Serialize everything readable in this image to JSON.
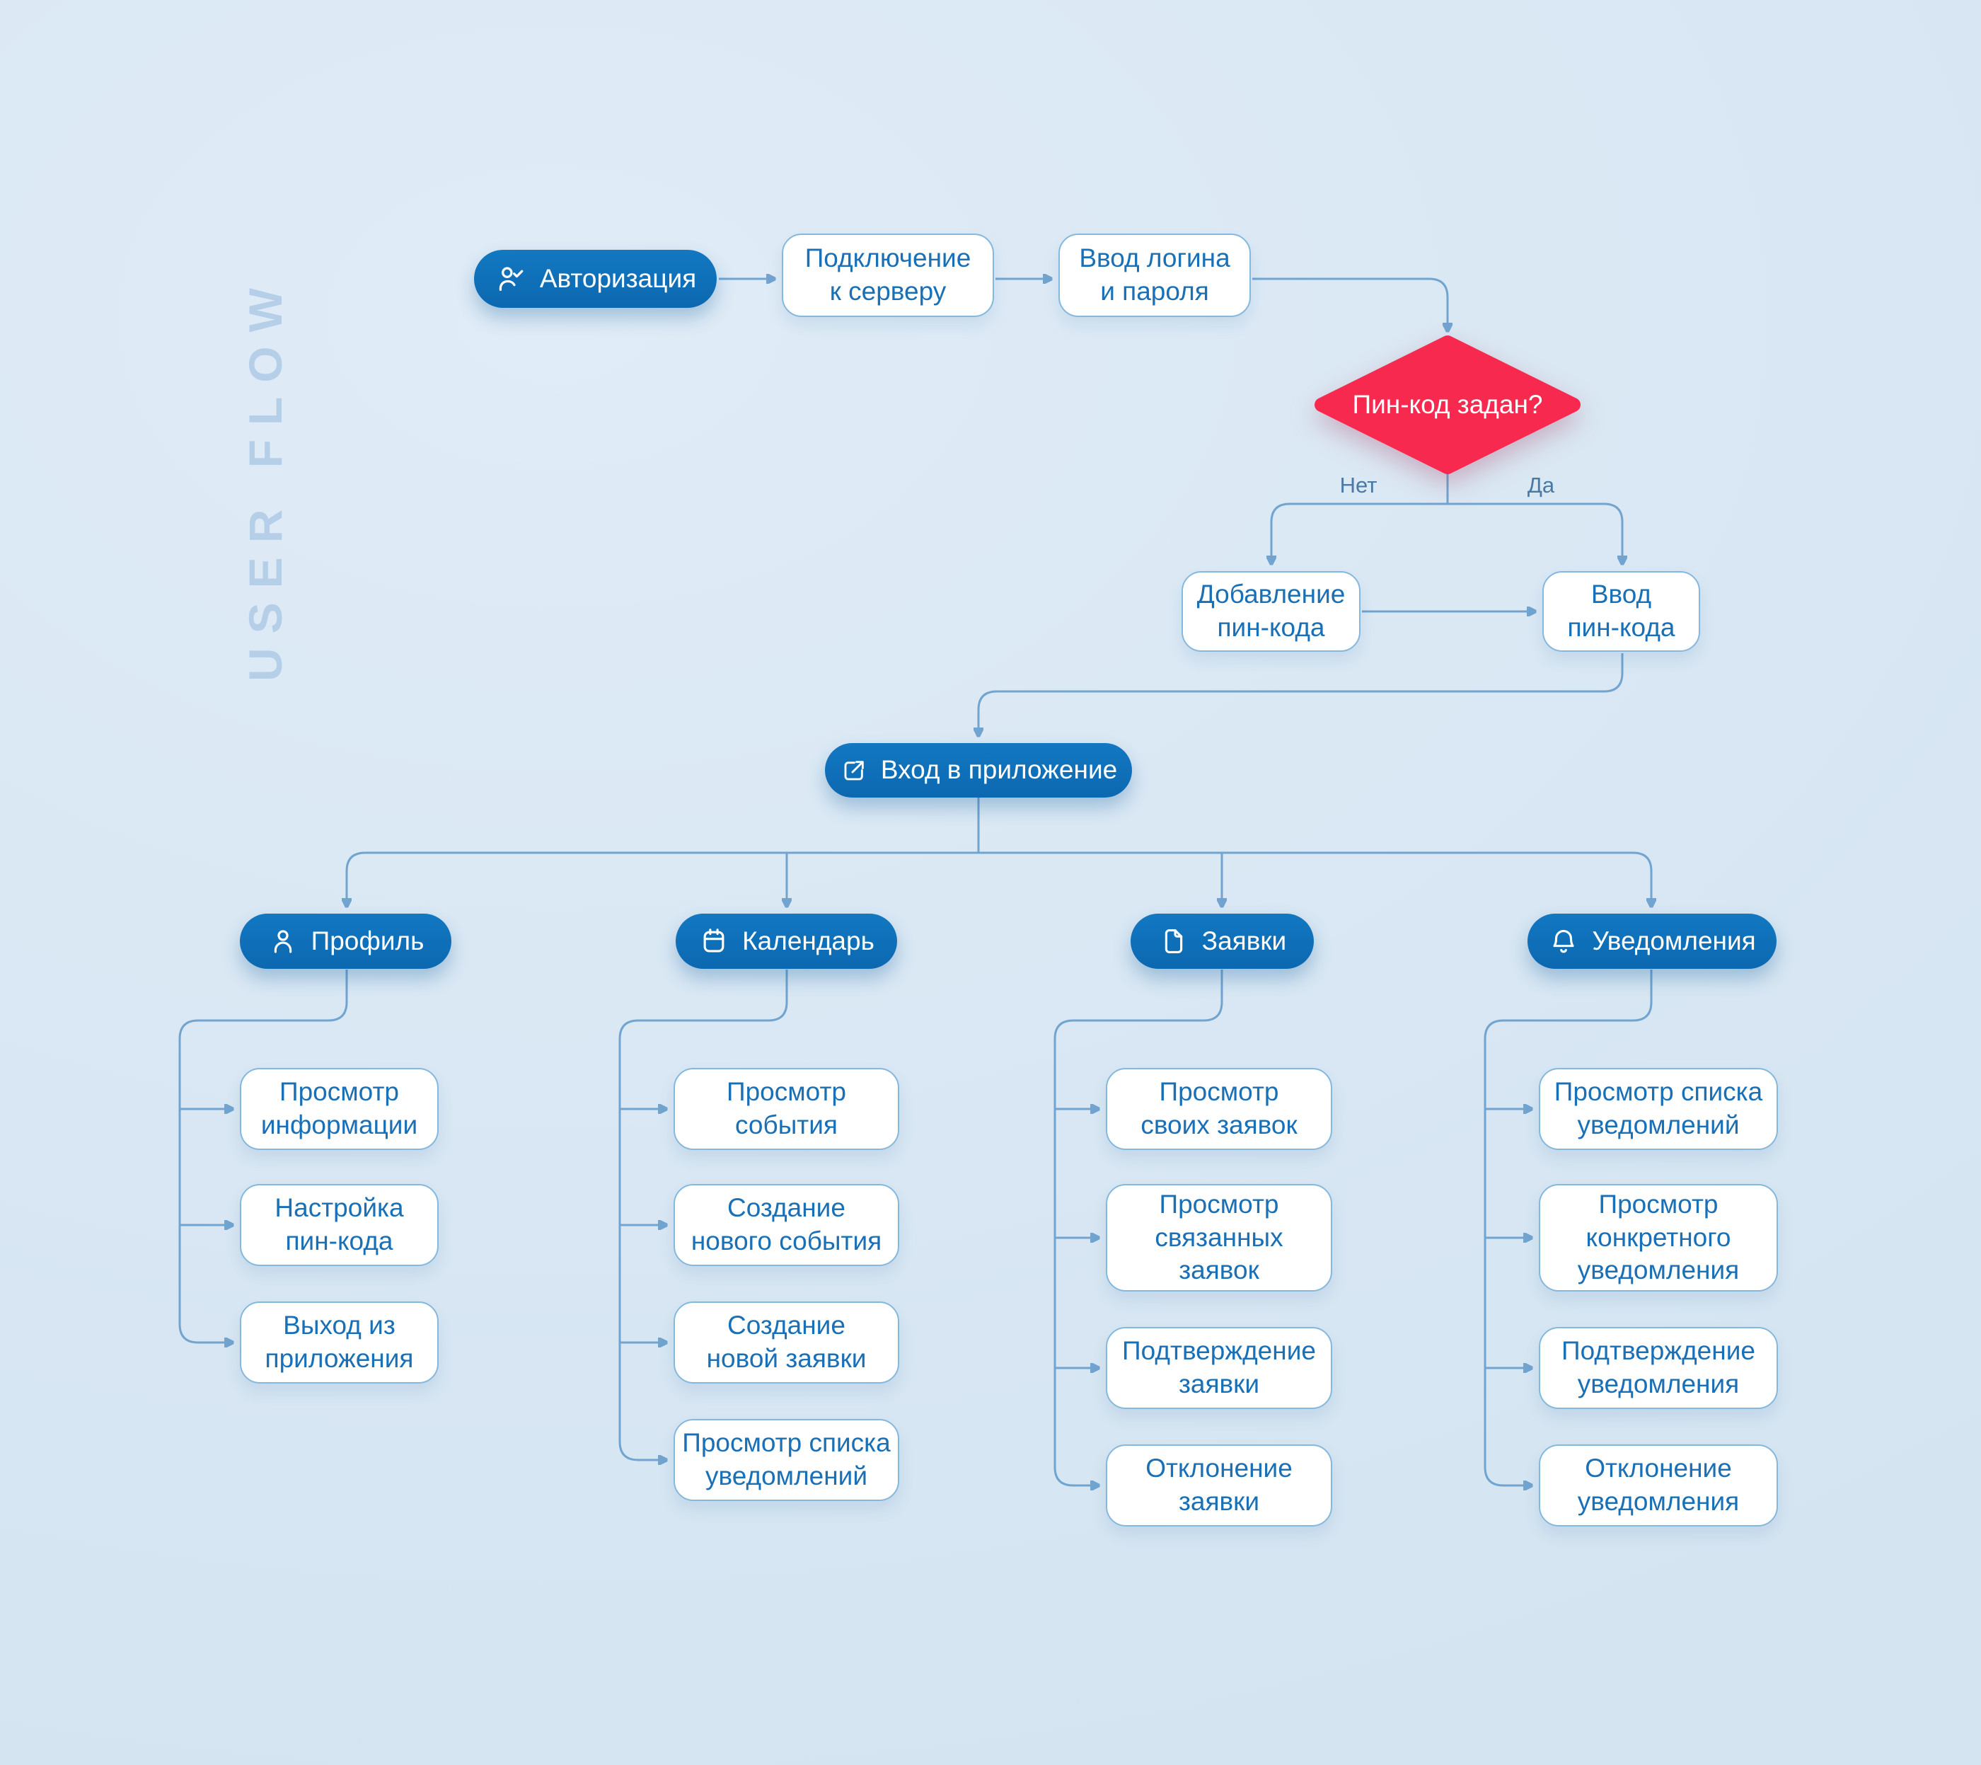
{
  "watermark": "USER FLOW",
  "colors": {
    "background": "#d8e7f3",
    "pill_blue": "#0e70b8",
    "box_border": "#85b8dd",
    "box_text": "#1a70b6",
    "wire": "#72a4d0",
    "decision_red": "#f8294f",
    "edge_label": "#4a79a5",
    "watermark_text": "#b5cfe8"
  },
  "auth_flow": {
    "start": {
      "label": "Авторизация",
      "icon": "user-check-icon"
    },
    "connect": {
      "label": "Подключение\nк серверу"
    },
    "credentials": {
      "label": "Ввод логина\nи пароля"
    },
    "decision": {
      "label": "Пин-код задан?",
      "no_label": "Нет",
      "yes_label": "Да"
    },
    "add_pin": {
      "label": "Добавление\nпин-кода"
    },
    "enter_pin": {
      "label": "Ввод\nпин-кода"
    },
    "enter_app": {
      "label": "Вход в приложение",
      "icon": "external-link-icon"
    }
  },
  "sections": [
    {
      "label": "Профиль",
      "icon": "user-icon",
      "children": [
        {
          "label": "Просмотр\nинформации"
        },
        {
          "label": "Настройка\nпин-кода"
        },
        {
          "label": "Выход из\nприложения"
        }
      ]
    },
    {
      "label": "Календарь",
      "icon": "calendar-icon",
      "children": [
        {
          "label": "Просмотр\nсобытия"
        },
        {
          "label": "Создание\nнового события"
        },
        {
          "label": "Создание\nновой заявки"
        },
        {
          "label": "Просмотр списка\nуведомлений"
        }
      ]
    },
    {
      "label": "Заявки",
      "icon": "file-icon",
      "children": [
        {
          "label": "Просмотр\nсвоих заявок"
        },
        {
          "label": "Просмотр\nсвязанных\nзаявок"
        },
        {
          "label": "Подтверждение\nзаявки"
        },
        {
          "label": "Отклонение\nзаявки"
        }
      ]
    },
    {
      "label": "Уведомления",
      "icon": "bell-icon",
      "children": [
        {
          "label": "Просмотр списка\nуведомлений"
        },
        {
          "label": "Просмотр\nконкретного\nуведомления"
        },
        {
          "label": "Подтверждение\nуведомления"
        },
        {
          "label": "Отклонение\nуведомления"
        }
      ]
    }
  ]
}
